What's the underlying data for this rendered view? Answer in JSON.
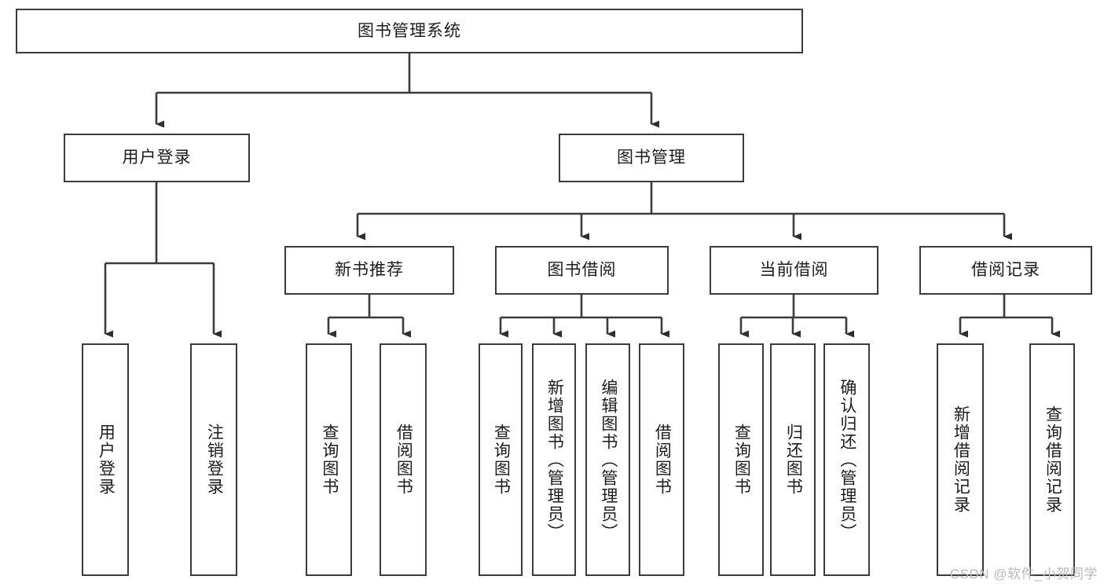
{
  "diagram": {
    "title": "图书管理系统",
    "type": "hierarchy-tree",
    "watermark": "CSDN @软件_小贺同学",
    "colors": {
      "stroke": "#3b3b3b",
      "fill": "#ffffff",
      "text": "#1c1c1c",
      "watermark": "#b9b9b9"
    },
    "levels": [
      {
        "level": 1,
        "nodes": [
          {
            "id": "root",
            "label": "图书管理系统",
            "orientation": "horizontal"
          }
        ]
      },
      {
        "level": 2,
        "nodes": [
          {
            "id": "user-login",
            "label": "用户登录",
            "orientation": "horizontal",
            "parent": "root"
          },
          {
            "id": "book-manage",
            "label": "图书管理",
            "orientation": "horizontal",
            "parent": "root"
          }
        ]
      },
      {
        "level": 3,
        "nodes": [
          {
            "id": "new-book-rec",
            "label": "新书推荐",
            "orientation": "horizontal",
            "parent": "book-manage"
          },
          {
            "id": "book-borrow",
            "label": "图书借阅",
            "orientation": "horizontal",
            "parent": "book-manage"
          },
          {
            "id": "current-borrow",
            "label": "当前借阅",
            "orientation": "horizontal",
            "parent": "book-manage"
          },
          {
            "id": "borrow-record",
            "label": "借阅记录",
            "orientation": "horizontal",
            "parent": "book-manage"
          }
        ]
      },
      {
        "level": 4,
        "nodes": [
          {
            "id": "leaf-user-login",
            "label": "用户登录",
            "orientation": "vertical",
            "parent": "user-login"
          },
          {
            "id": "leaf-user-logout",
            "label": "注销登录",
            "orientation": "vertical",
            "parent": "user-login"
          },
          {
            "id": "leaf-rec-query",
            "label": "查询图书",
            "orientation": "vertical",
            "parent": "new-book-rec"
          },
          {
            "id": "leaf-rec-borrow",
            "label": "借阅图书",
            "orientation": "vertical",
            "parent": "new-book-rec"
          },
          {
            "id": "leaf-borrow-query",
            "label": "查询图书",
            "orientation": "vertical",
            "parent": "book-borrow"
          },
          {
            "id": "leaf-borrow-add",
            "label": "新增图书（管理员）",
            "orientation": "vertical",
            "parent": "book-borrow"
          },
          {
            "id": "leaf-borrow-edit",
            "label": "编辑图书（管理员）",
            "orientation": "vertical",
            "parent": "book-borrow"
          },
          {
            "id": "leaf-borrow-lend",
            "label": "借阅图书",
            "orientation": "vertical",
            "parent": "book-borrow"
          },
          {
            "id": "leaf-cur-query",
            "label": "查询图书",
            "orientation": "vertical",
            "parent": "current-borrow"
          },
          {
            "id": "leaf-cur-return",
            "label": "归还图书",
            "orientation": "vertical",
            "parent": "current-borrow"
          },
          {
            "id": "leaf-cur-confirm",
            "label": "确认归还（管理员）",
            "orientation": "vertical",
            "parent": "current-borrow"
          },
          {
            "id": "leaf-rec-add",
            "label": "新增借阅记录",
            "orientation": "vertical",
            "parent": "borrow-record"
          },
          {
            "id": "leaf-rec-search",
            "label": "查询借阅记录",
            "orientation": "vertical",
            "parent": "borrow-record"
          }
        ]
      }
    ]
  }
}
